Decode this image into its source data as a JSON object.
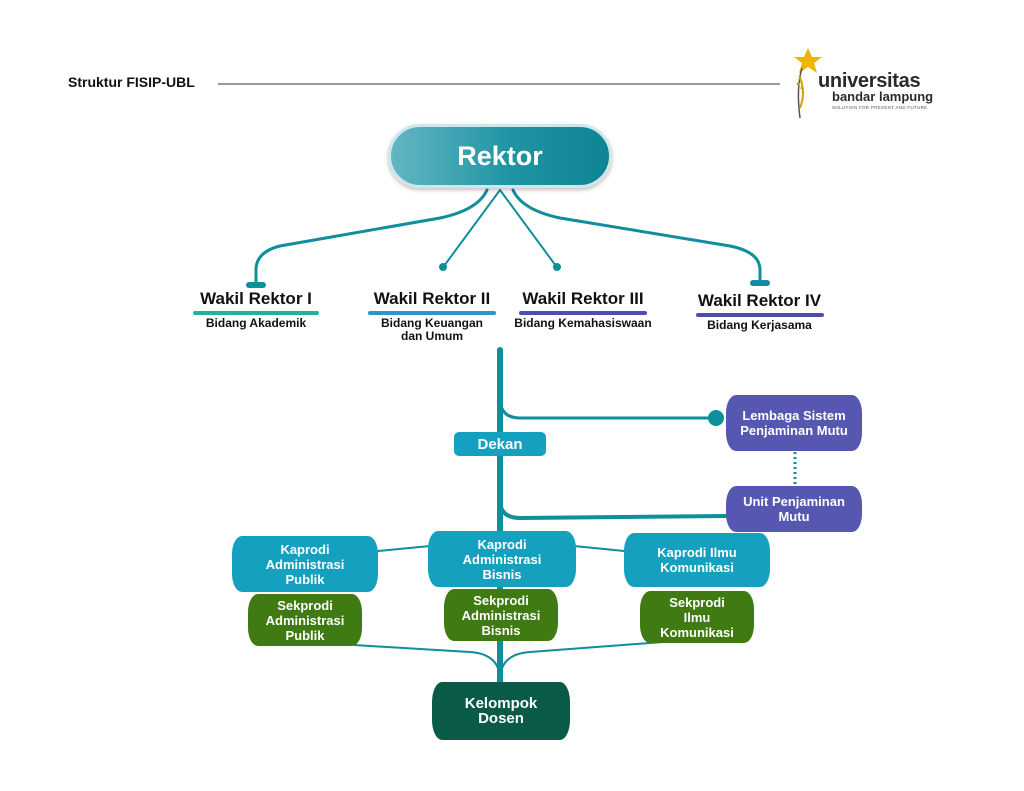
{
  "header": {
    "title": "Struktur FISIP-UBL",
    "logo_text_1": "universitas",
    "logo_text_2": "bandar lampung",
    "logo_tagline": "SOLUTION FOR PRESENT AND FUTURE"
  },
  "rektor": "Rektor",
  "wakil_rektor": [
    {
      "title": "Wakil Rektor I",
      "subtitle": "Bidang Akademik",
      "color": "#1fb3a0"
    },
    {
      "title": "Wakil Rektor II",
      "subtitle": "Bidang Keuangan dan Umum",
      "color": "#2f95c9"
    },
    {
      "title": "Wakil Rektor III",
      "subtitle": "Bidang Kemahasiswaan",
      "color": "#4d4fb0"
    },
    {
      "title": "Wakil Rektor IV",
      "subtitle": "Bidang Kerjasama",
      "color": "#4d4fb0"
    }
  ],
  "dekan": "Dekan",
  "lembaga": "Lembaga Sistem Penjaminan Mutu",
  "unit": "Unit Penjaminan Mutu",
  "kaprodi": [
    "Kaprodi Administrasi Publik",
    "Kaprodi Administrasi Bisnis",
    "Kaprodi Ilmu Komunikasi"
  ],
  "sekprodi": [
    "Sekprodi Administrasi Publik",
    "Sekprodi Administrasi Bisnis",
    "Sekprodi Ilmu Komunikasi"
  ],
  "kelompok_dosen": "Kelompok Dosen",
  "colors": {
    "line": "#0f8e9c",
    "kaprodi": "#16a0bf",
    "sekprodi": "#3f7a12",
    "mutu": "#5557b0",
    "dosen": "#0a5a48"
  }
}
